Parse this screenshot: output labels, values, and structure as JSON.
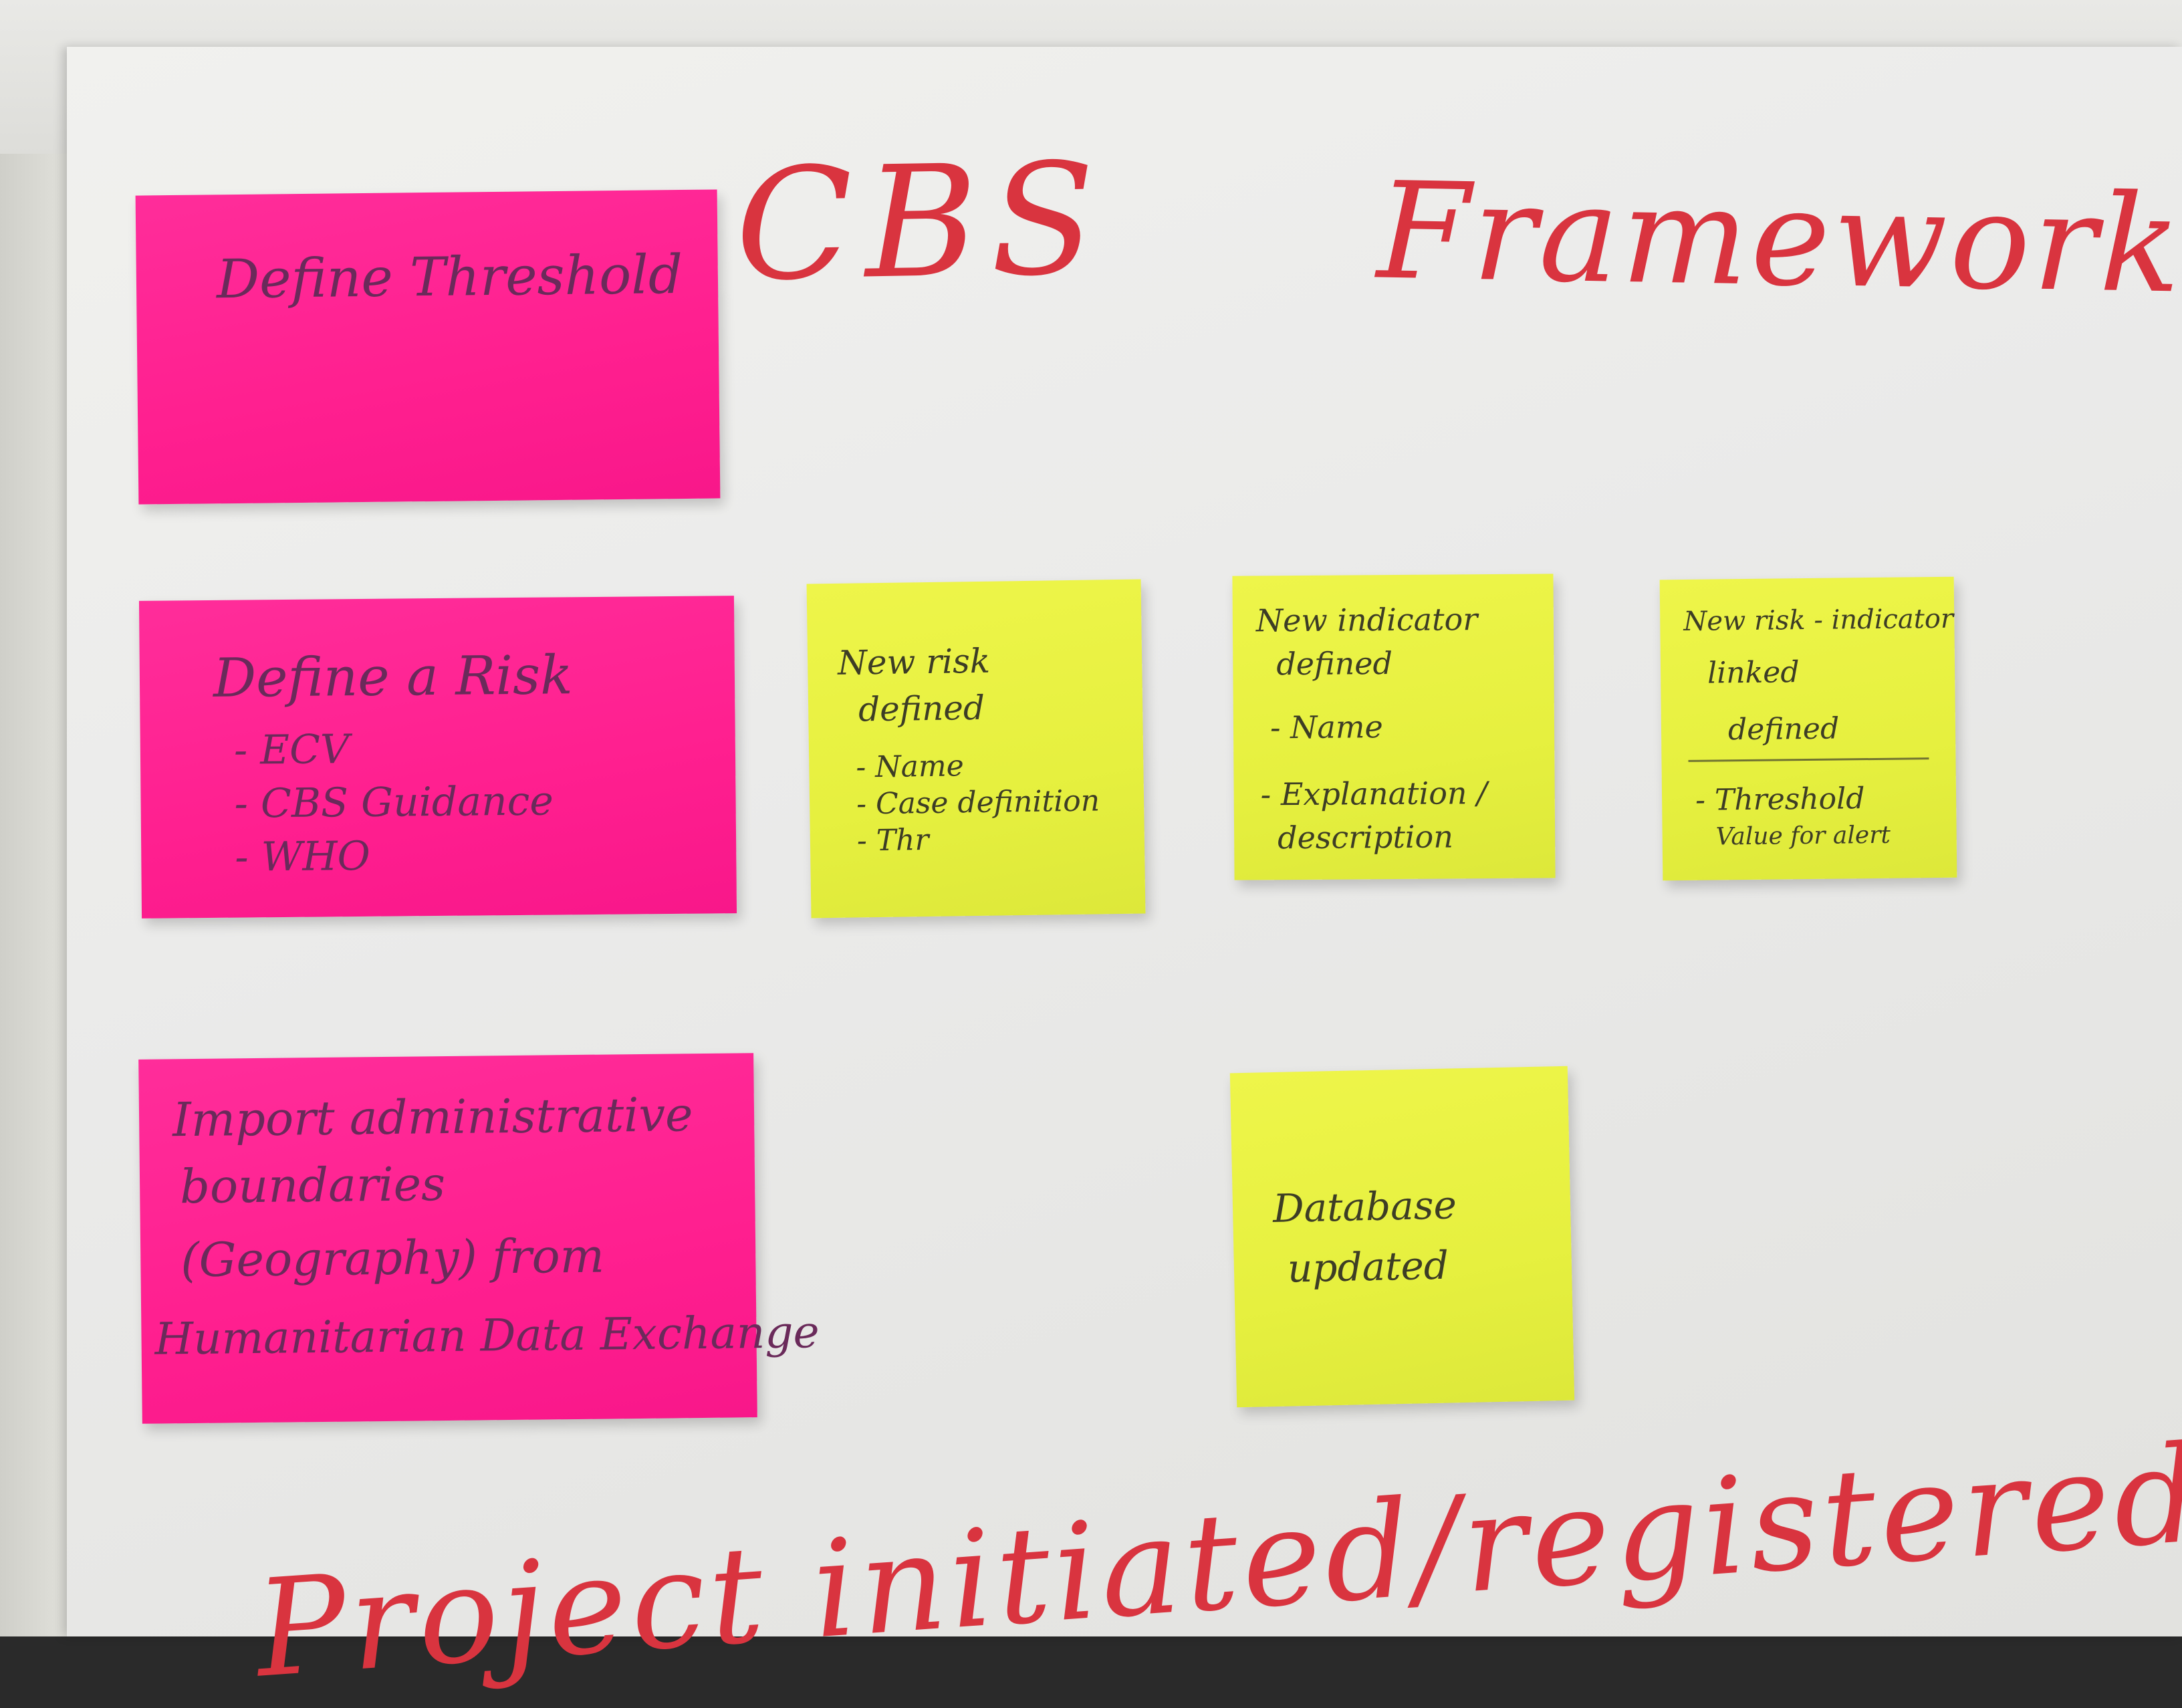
{
  "board": {
    "title_left": "CBS",
    "title_right": "Framework",
    "bottom_heading": "Project initiated/registered"
  },
  "notes": {
    "threshold": {
      "lines": [
        "Define Threshold"
      ]
    },
    "risk": {
      "lines": [
        "Define a Risk",
        "- ECV",
        "- CBS Guidance",
        "- WHO"
      ]
    },
    "import": {
      "lines": [
        "Import administrative",
        "boundaries",
        "(Geography) from",
        "Humanitarian Data Exchange"
      ]
    },
    "new_risk": {
      "lines": [
        "New risk",
        "defined",
        "- Name",
        "- Case definition",
        "- Thr"
      ]
    },
    "new_indicator": {
      "lines": [
        "New indicator",
        "defined",
        "- Name",
        "- Explanation /",
        "description"
      ]
    },
    "new_link": {
      "lines": [
        "New risk - indicator",
        "linked",
        "defined",
        "- Threshold",
        "Value for alert"
      ]
    },
    "database": {
      "lines": [
        "Database",
        "updated"
      ]
    }
  },
  "colors": {
    "pink_note": "#ff1f8f",
    "yellow_note": "#e6f03f",
    "red_marker": "#d9343f",
    "board": "#ececea"
  }
}
